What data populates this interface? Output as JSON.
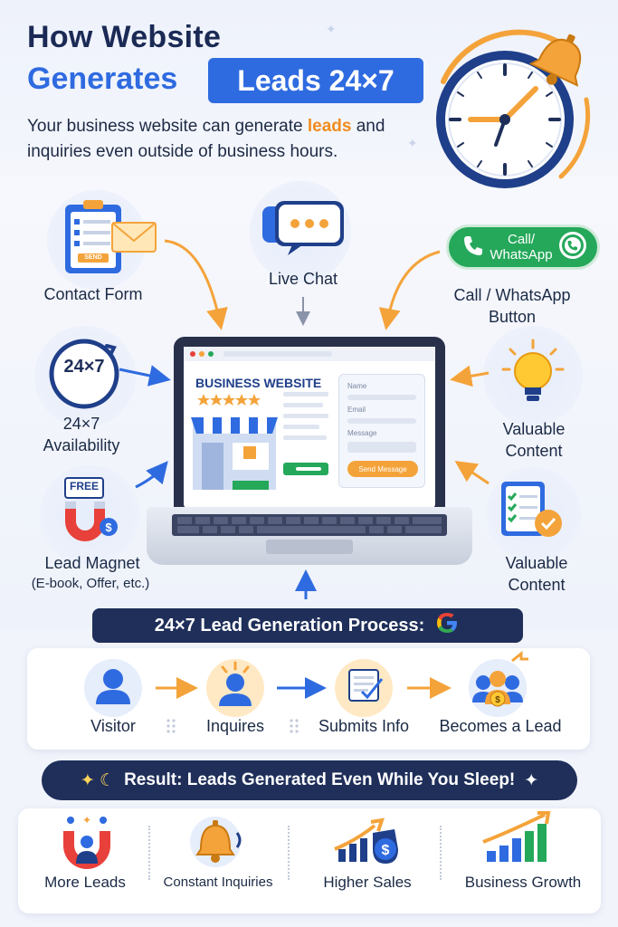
{
  "header": {
    "title_line1": "How Website",
    "title_line2_prefix": "Generates",
    "title_line2_badge": "Leads 24×7",
    "subtitle_before": "Your business website can generate ",
    "subtitle_highlight": "leads",
    "subtitle_after": " and inquiries even outside of business hours."
  },
  "features": {
    "contact_form": "Contact Form",
    "contact_form_btn": "SEND",
    "live_chat": "Live Chat",
    "call_whatsapp_pill": "Call/ WhatsApp",
    "call_whatsapp": "Call / WhatsApp Button",
    "availability_badge": "24×7",
    "availability": "24×7 Availability",
    "valuable_content_1": "Valuable Content",
    "lead_magnet_badge": "FREE",
    "lead_magnet": "Lead Magnet",
    "lead_magnet_sub": "(E-book, Offer, etc.)",
    "valuable_content_2": "Valuable Content"
  },
  "laptop": {
    "site_title": "BUSINESS WEBSITE",
    "form_name": "Name",
    "form_email": "Email",
    "form_message": "Message",
    "form_button": "Send Message"
  },
  "process": {
    "title": "24×7 Lead Generation Process:",
    "steps": [
      "Visitor",
      "Inquires",
      "Submits Info",
      "Becomes a Lead"
    ]
  },
  "result": {
    "title": "Result: Leads Generated Even While You Sleep!",
    "items": [
      "More Leads",
      "Constant Inquiries",
      "Higher Sales",
      "Business Growth"
    ]
  },
  "colors": {
    "navy": "#1f2f5a",
    "brand_blue": "#2f6be0",
    "accent_orange": "#f4a33a",
    "whatsapp_green": "#25a85a"
  }
}
